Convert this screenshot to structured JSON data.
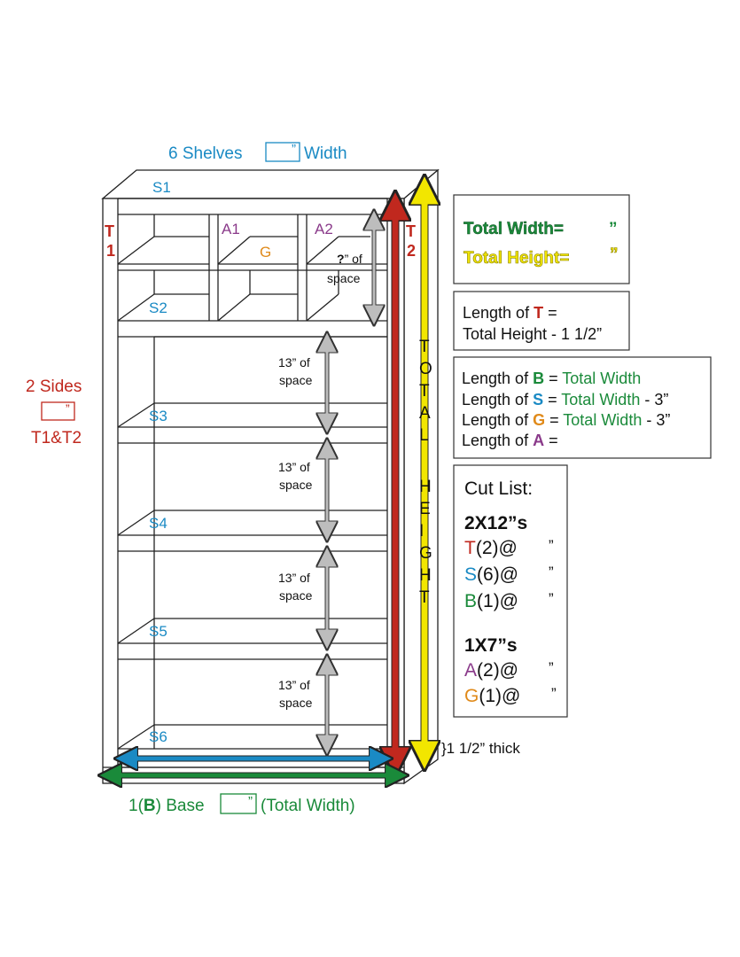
{
  "colors": {
    "red": "#c0281e",
    "blue": "#1a8ac4",
    "green": "#1a8a3a",
    "yellow": "#f2e600",
    "purple": "#8a3a8a",
    "orange": "#e08a1a",
    "gray": "#bdbdbd",
    "line": "#222222"
  },
  "header": {
    "shelves_prefix": "6 Shelves",
    "shelves_quote": "”",
    "shelves_suffix": "Width"
  },
  "sides": {
    "title": "2 Sides",
    "quote": "”",
    "labels": "T1&T2"
  },
  "base": {
    "prefix": "1(",
    "letter": "B",
    "middle": ") Base",
    "quote": "”",
    "suffix": "(Total Width)"
  },
  "thickness_note": "}1 1/2” thick",
  "labels": {
    "s1": "S1",
    "s2": "S2",
    "s3": "S3",
    "s4": "S4",
    "s5": "S5",
    "s6": "S6",
    "t1_a": "T",
    "t1_b": "1",
    "t2_a": "T",
    "t2_b": "2",
    "a1": "A1",
    "a2": "A2",
    "g": "G"
  },
  "spaces": {
    "top_q": "?",
    "top_rest": "” of",
    "top_line2": "space",
    "line1": "13” of",
    "line2": "space"
  },
  "total_height_letters": [
    "T",
    "O",
    "T",
    "A",
    "L",
    "H",
    "E",
    "I",
    "G",
    "H",
    "T"
  ],
  "box_totals": {
    "width_label": "Total Width=",
    "width_quote": "”",
    "height_label": "Total Height=",
    "height_quote": "”"
  },
  "box_t": {
    "line1_prefix": "Length of ",
    "line1_letter": "T",
    "line1_suffix": " =",
    "line2": "Total Height - 1 1/2”"
  },
  "box_lengths": {
    "prefix": "Length of ",
    "b_letter": "B",
    "b_eq": " = ",
    "b_value": "Total Width",
    "s_letter": "S",
    "s_eq": " = ",
    "s_value": "Total Width",
    "s_tail": " - 3”",
    "g_letter": "G",
    "g_eq": " = ",
    "g_value": "Total Width",
    "g_tail": " - 3”",
    "a_letter": "A",
    "a_eq": " ="
  },
  "cut_list": {
    "title": "Cut List:",
    "group1": "2X12”s",
    "t_letter": "T",
    "t_qty": "(2)@",
    "t_quote": "”",
    "s_letter": "S",
    "s_qty": "(6)@",
    "s_quote": "”",
    "b_letter": "B",
    "b_qty": "(1)@",
    "b_quote": "”",
    "group2": "1X7”s",
    "a_letter": "A",
    "a_qty": "(2)@",
    "a_quote": "”",
    "g_letter": "G",
    "g_qty": "(1)@",
    "g_quote": "”"
  }
}
